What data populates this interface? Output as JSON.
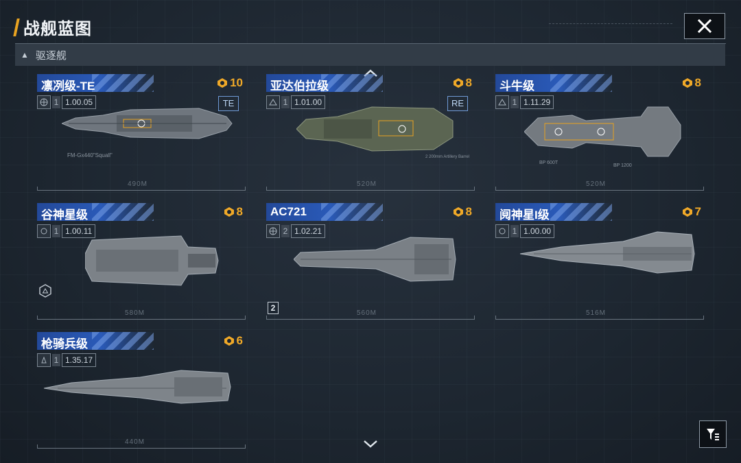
{
  "header": {
    "title": "战舰蓝图",
    "close_icon": "close-icon"
  },
  "filter": {
    "label": "驱逐舰",
    "icon": "triangle-up-icon"
  },
  "colors": {
    "accent": "#e8a321",
    "banner": "#2a5ab8",
    "cost": "#f0a928"
  },
  "ships": [
    {
      "name": "凛冽级-TE",
      "cost": "10",
      "level": "1",
      "version": "1.00",
      "version_sub": "05",
      "tag": "TE",
      "length": "490M",
      "weapon_note": "FM-Gx440\"Squall\""
    },
    {
      "name": "亚达伯拉级",
      "cost": "8",
      "level": "1",
      "version": "1.01",
      "version_sub": "00",
      "tag": "RE",
      "length": "520M",
      "weapon_note": "2 200mm Artillery Barrel"
    },
    {
      "name": "斗牛级",
      "cost": "8",
      "level": "1",
      "version": "1.11",
      "version_sub": "29",
      "tag": "",
      "length": "520M",
      "weapon_note": "BP 600T",
      "weapon_note2": "BP 1200"
    },
    {
      "name": "谷神星级",
      "cost": "8",
      "level": "1",
      "version": "1.00",
      "version_sub": "11",
      "tag": "",
      "length": "580M"
    },
    {
      "name": "AC721",
      "cost": "8",
      "level": "2",
      "version": "1.02",
      "version_sub": "21",
      "tag": "",
      "length": "560M",
      "badge": "2"
    },
    {
      "name": "阋神星I级",
      "cost": "7",
      "level": "1",
      "version": "1.00",
      "version_sub": "00",
      "tag": "",
      "length": "516M"
    },
    {
      "name": "枪骑兵级",
      "cost": "6",
      "level": "1",
      "version": "1.35",
      "version_sub": "17",
      "tag": "",
      "length": "440M"
    }
  ]
}
